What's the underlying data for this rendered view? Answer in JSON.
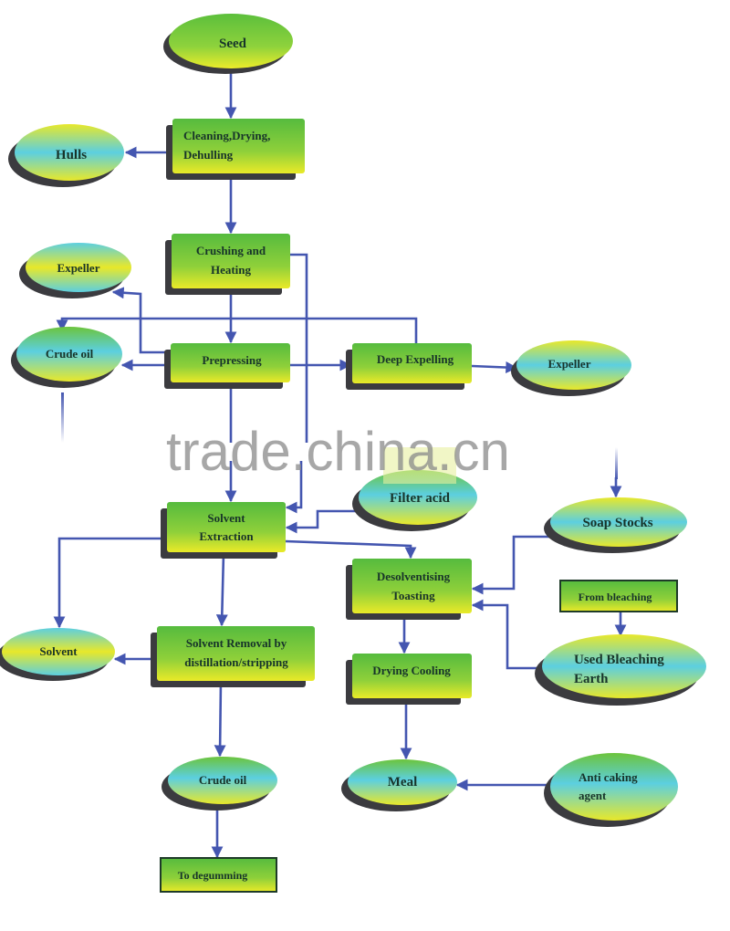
{
  "watermark": "trade.china.cn",
  "colors": {
    "arrow": "#4456b0",
    "green": "#5cbf3c",
    "yellow": "#e8e82a",
    "cyan": "#5ccfe0",
    "shadow": "#3b3b3f",
    "text": "#17342a"
  },
  "nodes": {
    "seed": "Seed",
    "cleaning": [
      "Cleaning,Drying,",
      "Dehulling"
    ],
    "hulls": "Hulls",
    "crushing": [
      "Crushing and",
      "Heating"
    ],
    "expeller_left": "Expeller",
    "crude_oil_top": "Crude oil",
    "prepressing": "Prepressing",
    "deep_expelling": "Deep Expelling",
    "expeller_right": "Expeller",
    "solvent_extraction": [
      "Solvent",
      "Extraction"
    ],
    "filter_acid": "Filter acid",
    "soap_stocks": "Soap Stocks",
    "desolventising": [
      "Desolventising",
      "Toasting"
    ],
    "from_bleaching": "From bleaching",
    "used_bleaching_earth": [
      "Used  Bleaching",
      "Earth"
    ],
    "solvent": "Solvent",
    "solvent_removal": [
      "Solvent Removal by",
      "distillation/stripping"
    ],
    "drying_cooling": "Drying Cooling",
    "crude_oil_bottom": "Crude oil",
    "meal": "Meal",
    "anti_caking": [
      "Anti caking",
      "agent"
    ],
    "to_degumming": "To degumming"
  }
}
